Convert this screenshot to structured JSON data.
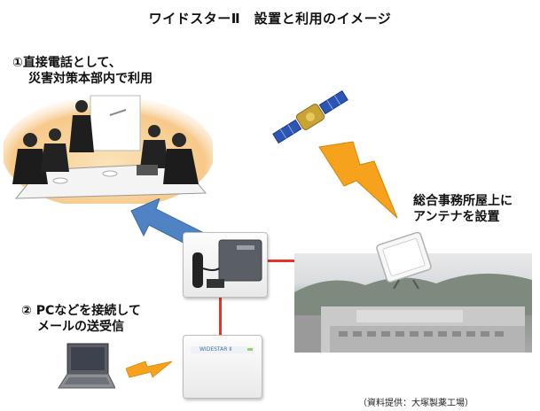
{
  "title": "ワイドスターⅡ　設置と利用のイメージ",
  "labels": {
    "meeting_line1": "①直接電話として、",
    "meeting_line2": "災害対策本部内で利用",
    "pc_line1": "② PCなどを接続して",
    "pc_line2": "メールの送受信",
    "antenna_line1": "総合事務所屋上に",
    "antenna_line2": "アンテナを設置"
  },
  "credit": "（資料提供：大塚製薬工場）",
  "device_brand": "WIDESTAR Ⅱ",
  "colors": {
    "link_line": "#e8332a",
    "arrow": "#4f83c3",
    "lightning": "#f6a21c"
  }
}
